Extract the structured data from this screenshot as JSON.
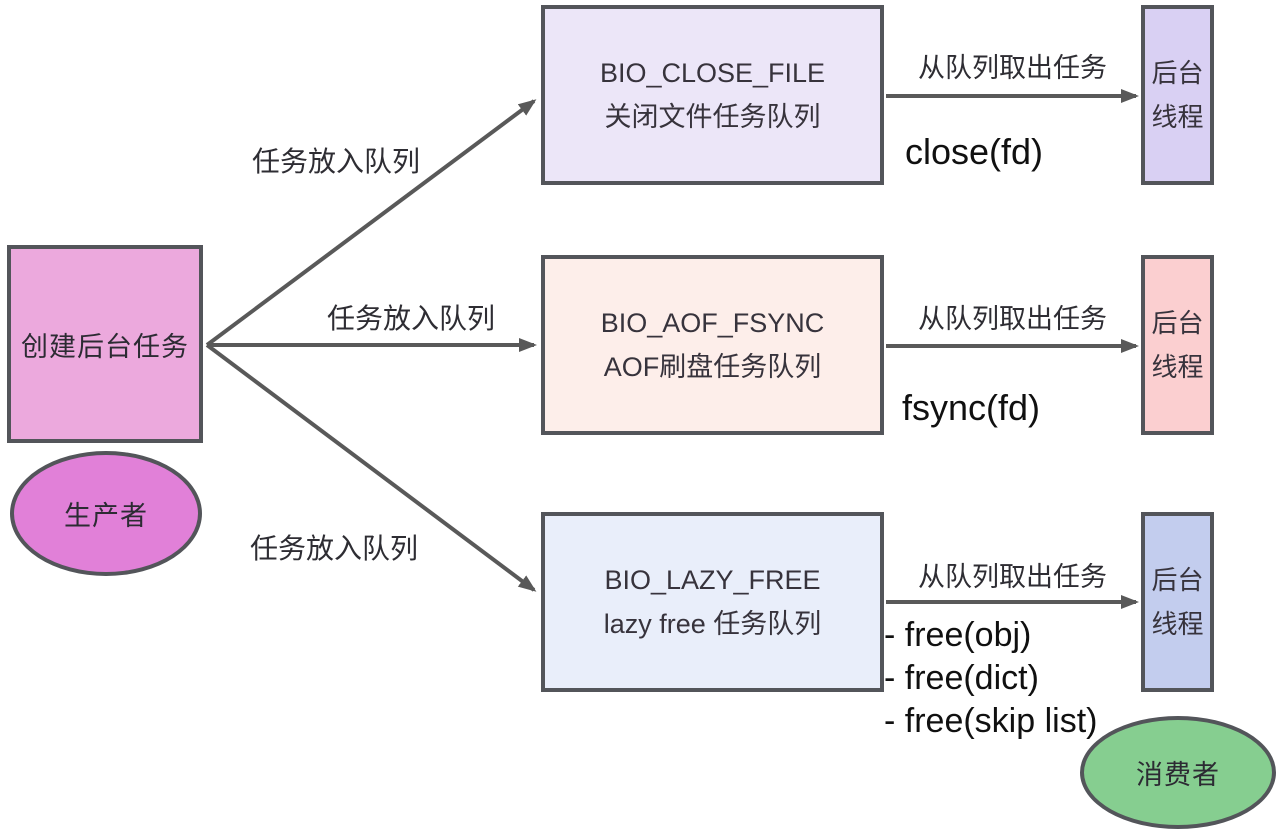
{
  "colors": {
    "stroke": "#595959",
    "producer_box": "#eca9dd",
    "producer_ellipse": "#e180d8",
    "consumer_ellipse": "#86ce90",
    "queue_close": "#ece6f8",
    "queue_fsync": "#fdeeea",
    "queue_lazyfree": "#e9eefa",
    "thread_close": "#d9d0f3",
    "thread_fsync": "#fbcfd0",
    "thread_lazyfree": "#c3cdee"
  },
  "producer": {
    "box_label": "创建后台任务",
    "role_label": "生产者"
  },
  "consumer": {
    "role_label": "消费者"
  },
  "edges": {
    "enqueue_label": "任务放入队列",
    "dequeue_label": "从队列取出任务"
  },
  "thread": {
    "line1": "后台",
    "line2": "线程"
  },
  "queues": [
    {
      "name": "BIO_CLOSE_FILE",
      "desc": "关闭文件任务队列",
      "ops": [
        "close(fd)"
      ]
    },
    {
      "name": "BIO_AOF_FSYNC",
      "desc": "AOF刷盘任务队列",
      "ops": [
        "fsync(fd)"
      ]
    },
    {
      "name": "BIO_LAZY_FREE",
      "desc": "lazy free 任务队列",
      "ops": [
        "- free(obj)",
        "- free(dict)",
        "- free(skip list)"
      ]
    }
  ]
}
